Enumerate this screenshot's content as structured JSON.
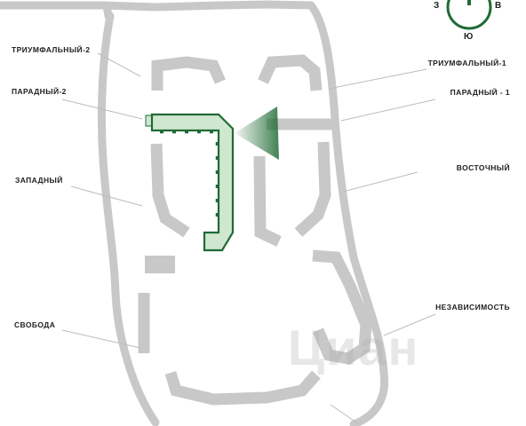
{
  "colors": {
    "road": "#c8c8c8",
    "building": "#c8c8c8",
    "highlight_fill": "#cfe6cf",
    "highlight_stroke": "#1f6b35",
    "compass": "#1f6b35",
    "leader_line": "#bdbdbd",
    "label_text": "#222222"
  },
  "compass": {
    "west": "З",
    "east": "В",
    "south": "Ю"
  },
  "labels": {
    "triumfalny_2": "ТРИУМФАЛЬНЫЙ-2",
    "paradny_2": "ПАРАДНЫЙ-2",
    "zapadny": "ЗАПАДНЫЙ",
    "svoboda": "СВОБОДА",
    "triumfalny_1": "ТРИУМФАЛЬНЫЙ-1",
    "paradny_1": "ПАРАДНЫЙ - 1",
    "vostochny": "ВОСТОЧНЫЙ",
    "nezavisimost": "НЕЗАВИСИМОСТЬ"
  },
  "watermark": "Циан",
  "selected_building": "ПАРАДНЫЙ-2",
  "icons": {
    "compass": "compass-icon",
    "view_cone": "view-direction-icon"
  }
}
